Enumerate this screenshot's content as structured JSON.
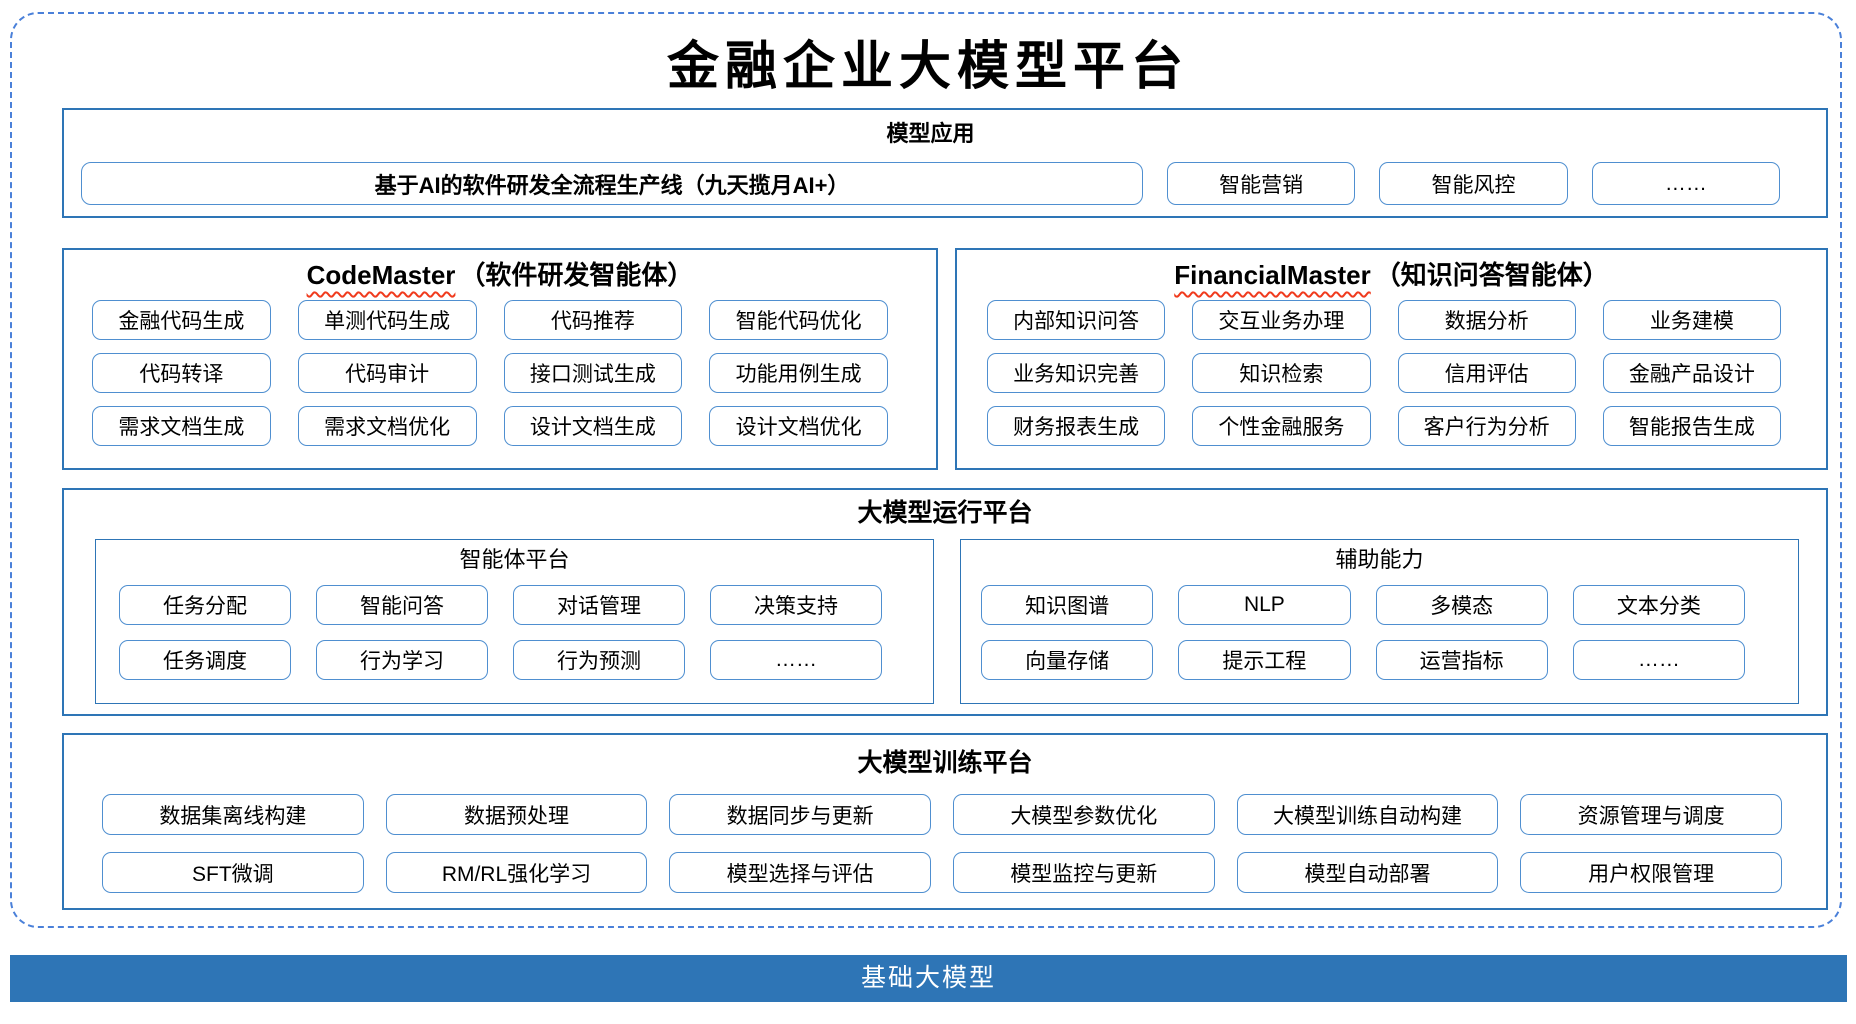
{
  "title": "金融企业大模型平台",
  "colors": {
    "section_border": "#2E75B6",
    "button_border": "#4f8fd0",
    "frame_dashed": "#4a80d9",
    "footer_bar": "#2E75B6",
    "spellcheck_squiggle": "#f03b1d",
    "text": "#000000"
  },
  "model_app": {
    "header": "模型应用",
    "pipeline": "基于AI的软件研发全流程生产线（九天揽月AI+）",
    "items": [
      "智能营销",
      "智能风控",
      "……"
    ]
  },
  "codemaster": {
    "name": "CodeMaster",
    "subtitle": "（软件研发智能体）",
    "items": [
      "金融代码生成",
      "单测代码生成",
      "代码推荐",
      "智能代码优化",
      "代码转译",
      "代码审计",
      "接口测试生成",
      "功能用例生成",
      "需求文档生成",
      "需求文档优化",
      "设计文档生成",
      "设计文档优化"
    ]
  },
  "financialmaster": {
    "name": "FinancialMaster",
    "subtitle": "（知识问答智能体）",
    "items": [
      "内部知识问答",
      "交互业务办理",
      "数据分析",
      "业务建模",
      "业务知识完善",
      "知识检索",
      "信用评估",
      "金融产品设计",
      "财务报表生成",
      "个性金融服务",
      "客户行为分析",
      "智能报告生成"
    ]
  },
  "runtime": {
    "header": "大模型运行平台",
    "agent_platform": {
      "header": "智能体平台",
      "items": [
        "任务分配",
        "智能问答",
        "对话管理",
        "决策支持",
        "任务调度",
        "行为学习",
        "行为预测",
        "……"
      ]
    },
    "aux": {
      "header": "辅助能力",
      "items": [
        "知识图谱",
        "NLP",
        "多模态",
        "文本分类",
        "向量存储",
        "提示工程",
        "运营指标",
        "……"
      ]
    }
  },
  "training": {
    "header": "大模型训练平台",
    "items": [
      "数据集离线构建",
      "数据预处理",
      "数据同步与更新",
      "大模型参数优化",
      "大模型训练自动构建",
      "资源管理与调度",
      "SFT微调",
      "RM/RL强化学习",
      "模型选择与评估",
      "模型监控与更新",
      "模型自动部署",
      "用户权限管理"
    ]
  },
  "footer": {
    "label": "基础大模型"
  }
}
